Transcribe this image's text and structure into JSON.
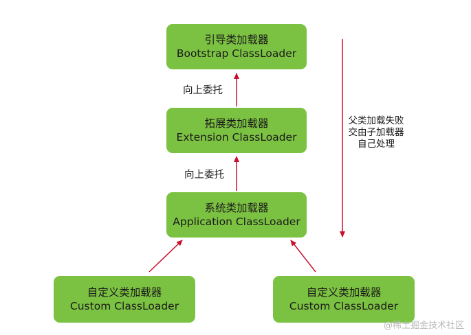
{
  "nodes": {
    "bootstrap": {
      "line1": "引导类加载器",
      "line2": "Bootstrap ClassLoader"
    },
    "extension": {
      "line1": "拓展类加载器",
      "line2": "Extension ClassLoader"
    },
    "application": {
      "line1": "系统类加载器",
      "line2": "Application ClassLoader"
    },
    "custom_left": {
      "line1": "自定义类加载器",
      "line2": "Custom ClassLoader"
    },
    "custom_right": {
      "line1": "自定义类加载器",
      "line2": "Custom ClassLoader"
    }
  },
  "edge_labels": {
    "delegate_upper": "向上委托",
    "delegate_lower": "向上委托"
  },
  "side_note": {
    "line1": "父类加载失败",
    "line2": "交由子加载器",
    "line3": "自己处理"
  },
  "watermark": "@稀土掘金技术社区",
  "colors": {
    "node_fill": "#7cc242",
    "arrow": "#c8102e",
    "text": "#1a1a1a",
    "watermark": "#b8b8b8"
  }
}
